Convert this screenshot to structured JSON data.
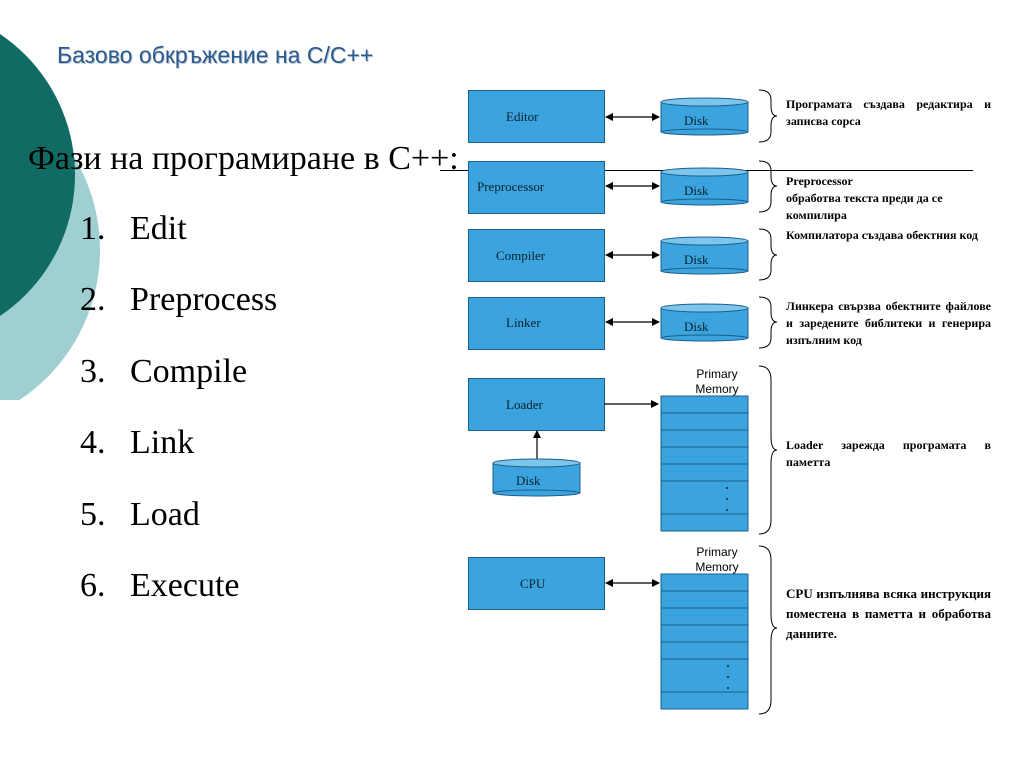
{
  "slide": {
    "title": "Базово обкръжение на  C/C++",
    "subtitle": "Фази на програмиране в C++:"
  },
  "phases": [
    {
      "num": "1.",
      "label": "Edit"
    },
    {
      "num": "2.",
      "label": "Preprocess"
    },
    {
      "num": "3.",
      "label": "Compile"
    },
    {
      "num": "4.",
      "label": "Link"
    },
    {
      "num": "5.",
      "label": "Load"
    },
    {
      "num": "6.",
      "label": "Execute"
    }
  ],
  "diagram": {
    "boxes": {
      "editor": "Editor",
      "preprocessor": "Preprocessor",
      "compiler": "Compiler",
      "linker": "Linker",
      "loader": "Loader",
      "cpu": "CPU"
    },
    "disk_label": "Disk",
    "memory_label_1": "Primary",
    "memory_label_2": "Memory",
    "notes": {
      "editor": "Програмата създава редактира и записва сорса",
      "preprocessor_1": "Preprocessor",
      "preprocessor_2": "обработва текста преди да се компилира",
      "compiler": "Компилатора създава обектния код",
      "linker": "Линкера свързва обектните файлове и заредените библитеки и генерира изпълним код",
      "loader": "Loader зарежда програмата в паметта",
      "cpu": "CPU изпълнява всяка инструкция поместена в паметта и обработва данните."
    }
  },
  "colors": {
    "box_fill": "#3ba3dd",
    "title": "#2c5a8c",
    "circle_dark": "#0f6b64",
    "circle_light": "#9fcfd0"
  }
}
